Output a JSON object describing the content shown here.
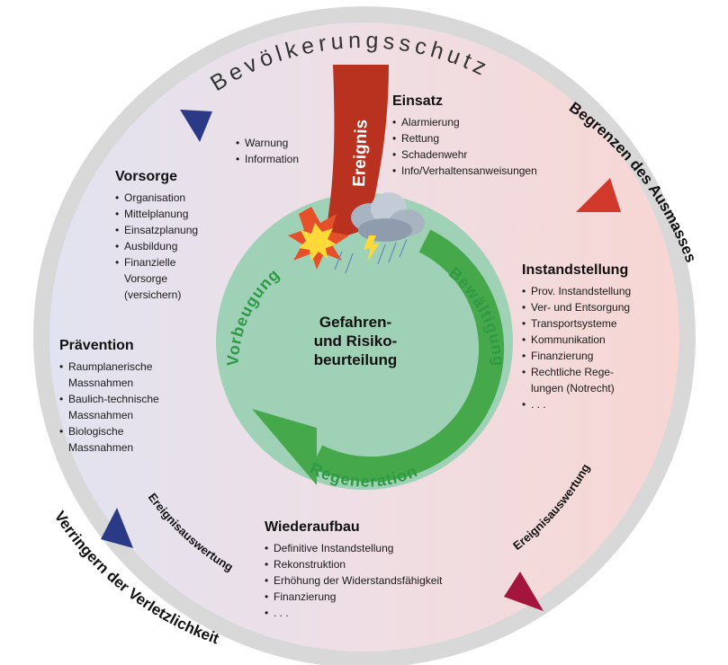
{
  "ring": {
    "top": "Bevölkerungsschutz",
    "right": "Begrenzen des Ausmasses",
    "left": "Verringern der Verletzlichkeit",
    "inner_left": "Ereignisauswertung",
    "inner_right": "Ereignisauswertung"
  },
  "event_label": "Ereignis",
  "cycle": {
    "top_left": "Vorbeugung",
    "top_right": "Bewältigung",
    "bottom": "Regeneration",
    "center_lines": [
      "Gefahren-",
      "und Risiko-",
      "beurteilung"
    ]
  },
  "warning": {
    "items": [
      "Warnung",
      "Information"
    ]
  },
  "einsatz": {
    "title": "Einsatz",
    "items": [
      "Alarmierung",
      "Rettung",
      "Schadenwehr",
      "Info/Verhaltensanweisungen"
    ]
  },
  "vorsorge": {
    "title": "Vorsorge",
    "items": [
      "Organisation",
      "Mittelplanung",
      "Einsatzplanung",
      "Ausbildung",
      "Finanzielle",
      "Vorsorge",
      "(versichern)"
    ]
  },
  "praevention": {
    "title": "Prävention",
    "items": [
      "Raumplanerische",
      "Massnahmen",
      "Baulich-technische",
      "Massnahmen",
      "Biologische",
      "Massnahmen"
    ]
  },
  "instandstellung": {
    "title": "Instandstellung",
    "items": [
      "Prov. Instandstellung",
      "Ver- und Entsorgung",
      "Transportsysteme",
      "Kommunikation",
      "Finanzierung",
      "Rechtliche Rege-",
      "lungen (Notrecht)",
      ". . ."
    ]
  },
  "wiederaufbau": {
    "title": "Wiederaufbau",
    "items": [
      "Definitive Instandstellung",
      "Rekonstruktion",
      "Erhöhung der Widerstandsfähigkeit",
      "Finanzierung",
      ". . ."
    ]
  },
  "colors": {
    "outer_ring": "#d5d5d5",
    "left_disc": "#e3e4f1",
    "right_disc": "#f6dad8",
    "inner_circle": "#9fd1b6",
    "cycle_arrow": "#45a84a",
    "event_arrow": "#b9321f",
    "marker_blue": "#2b3a86",
    "marker_red": "#d13a2b",
    "marker_crimson": "#a3153c"
  }
}
